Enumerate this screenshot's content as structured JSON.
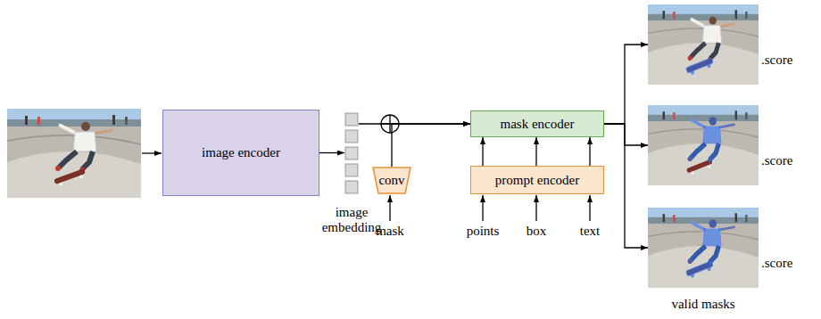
{
  "diagram": {
    "nodes": [
      {
        "text": [
          "image encoder"
        ]
      },
      {
        "text": [
          "image embedding"
        ]
      },
      {
        "text": [
          "conv"
        ]
      },
      {
        "text": [
          "mask encoder"
        ]
      },
      {
        "text": [
          "prompt encoder"
        ]
      },
      {
        "text": [
          ".score"
        ]
      },
      {
        "text": [
          ".score"
        ]
      },
      {
        "text": [
          ".score"
        ]
      }
    ],
    "edges": [
      {
        "from": 0,
        "to": 1,
        "arrow": "to"
      },
      {
        "from": 1,
        "to": 3,
        "arrow": "to"
      },
      {
        "from": 2,
        "to": 3,
        "arrow": "to"
      },
      {
        "from": 4,
        "to": 3,
        "arrow": "to"
      },
      {
        "from": 4,
        "to": 3,
        "arrow": "to"
      },
      {
        "from": 4,
        "to": 3,
        "arrow": "to"
      },
      {
        "from": 3,
        "to": 5,
        "arrow": "to"
      },
      {
        "from": 3,
        "to": 6,
        "arrow": "to"
      },
      {
        "from": 3,
        "to": 7,
        "arrow": "to"
      }
    ],
    "labels": [
      "mask",
      "points",
      "box",
      "text",
      "valid masks"
    ]
  }
}
